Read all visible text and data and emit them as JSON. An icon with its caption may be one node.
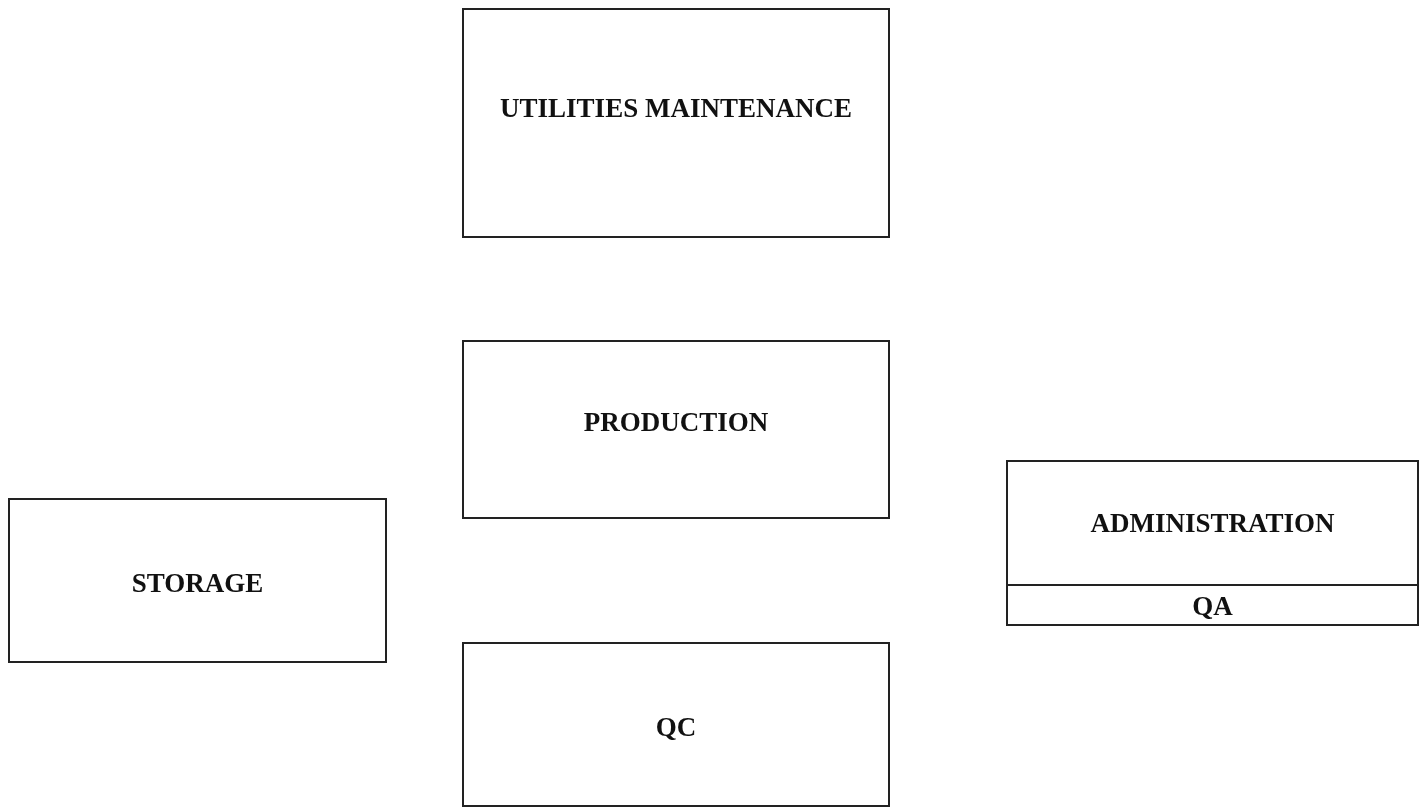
{
  "diagram": {
    "nodes": [
      {
        "text": [
          "UTILITIES MAINTENANCE"
        ]
      },
      {
        "text": [
          "PRODUCTION"
        ]
      },
      {
        "text": [
          "ADMINISTRATION",
          "QA"
        ]
      },
      {
        "text": [
          "STORAGE"
        ]
      },
      {
        "text": [
          "QC"
        ]
      }
    ]
  }
}
